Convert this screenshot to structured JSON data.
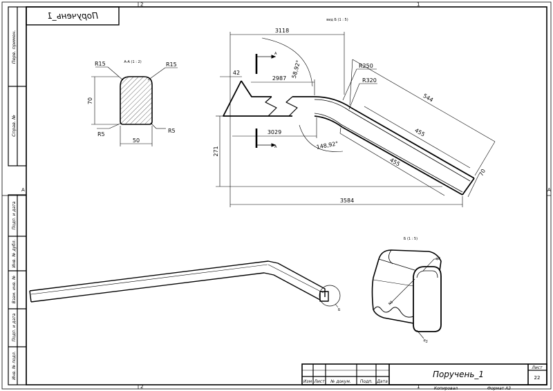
{
  "sheet": {
    "zone_top_left": "2",
    "zone_top_right": "1",
    "zone_bottom_left": "2",
    "zone_bottom_right": "1",
    "zone_row_left": "A",
    "zone_row_right": "A",
    "mirrored_title": "Поручень_1"
  },
  "side_columns": {
    "upper": [
      "Перв. примен.",
      "Справ. №"
    ],
    "lower": [
      "Подп. и дата",
      "Инв. № дубл.",
      "Взам. инв. №",
      "Подп. и дата",
      "Инв. № подл."
    ]
  },
  "section_view": {
    "label": "А-А (1 : 2)",
    "r_top_left": "R15",
    "r_top_right": "R15",
    "r_bottom_left": "R5",
    "r_bottom_right": "R5",
    "height": "70",
    "width": "50"
  },
  "main_view": {
    "label": "вид Б (1 : 5)",
    "d_3118": "3118",
    "d_42": "42",
    "d_2987": "2987",
    "d_3029": "3029",
    "d_271": "271",
    "d_3584": "3584",
    "d_544": "544",
    "d_455a": "455",
    "d_455b": "455",
    "d_70": "70",
    "r250": "R250",
    "r320": "R320",
    "angle_1": "58,92°",
    "angle_2": "148,92°",
    "cut_mark_1": "A",
    "cut_mark_2": "A"
  },
  "detail_view": {
    "label": "Б (1 : 5)",
    "r_top": "R5",
    "r_mid": "R5",
    "r_bottom": "R5"
  },
  "iso_view": {
    "detail_marker": "Б"
  },
  "title_block": {
    "part_name": "Поручень_1",
    "sheet_label": "Лист",
    "sheet_number": "22",
    "copied": "Копировал",
    "format": "Формат А3",
    "col_izm": "Изм",
    "col_list": "Лист",
    "col_docnum": "№ докум.",
    "col_sign": "Подп.",
    "col_date": "Дата"
  }
}
